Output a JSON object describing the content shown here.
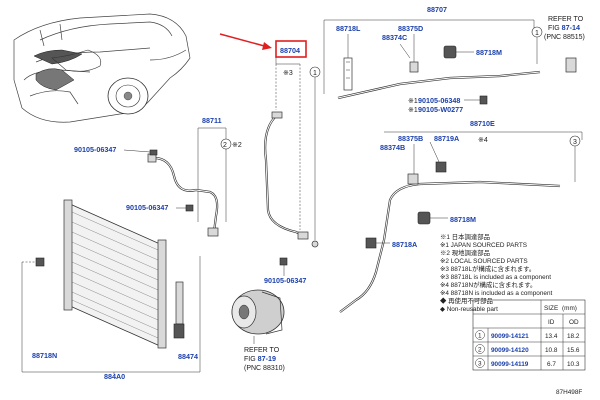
{
  "labels": {
    "hose_88704": "88704",
    "pipe_88707": "88707",
    "bracket_88718l": "88718L",
    "part_88375d": "88375D",
    "part_88374c": "88374C",
    "clamp_88718m_top": "88718M",
    "refer_top_1": "REFER TO",
    "refer_top_fig_prefix": "FIG ",
    "refer_top_fig": "87-14",
    "refer_top_pnc": "(PNC 88515)",
    "bolt_90105_06348": "90105-06348",
    "bolt_90105_w0277": "90105-W0277",
    "mark_1a": "※1",
    "mark_1b": "※1",
    "pipe_88710e": "88710E",
    "part_88375b": "88375B",
    "part_88374b": "88374B",
    "part_88719a": "88719A",
    "mark_4": "※4",
    "clamp_88718m_mid": "88718M",
    "part_88718a": "88718A",
    "hose_88711": "88711",
    "bolt_90105_06347_a": "90105-06347",
    "bolt_90105_06347_b": "90105-06347",
    "bolt_90105_06347_c": "90105-06347",
    "mark_3": "※3",
    "condenser_884a0": "884A0",
    "bracket_88718n": "88718N",
    "dryer_88474": "88474",
    "refer_bottom_1": "REFER TO",
    "refer_bottom_fig_prefix": "FIG ",
    "refer_bottom_fig": "87-19",
    "refer_bottom_pnc": "(PNC 88310)",
    "circle_1": "1",
    "circle_2": "2",
    "circle_3": "3",
    "drawing_code": "87H498F"
  },
  "notes": [
    "※1 日本調達部品",
    "※1 JAPAN SOURCED PARTS",
    "※2 現地調達部品",
    "※2 LOCAL SOURCED PARTS",
    "※3 88718Lが構成に含まれます。",
    "※3 88718L is included as a component",
    "※4 88718Nが構成に含まれます。",
    "※4 88718N is included as a component",
    "◆ 再使用不可部品",
    "◆ Non-reusable part"
  ],
  "size_table": {
    "title": "SIZE",
    "unit": "(mm)",
    "col_id": "ID",
    "col_od": "OD",
    "rows": [
      {
        "no": "1",
        "part": "90099-14121",
        "id": "13.4",
        "od": "18.2"
      },
      {
        "no": "2",
        "part": "90099-14120",
        "id": "10.8",
        "od": "15.6"
      },
      {
        "no": "3",
        "part": "90099-14119",
        "id": "6.7",
        "od": "10.3"
      }
    ]
  },
  "colors": {
    "part_number": "#1a3faa",
    "highlight": "#e02020",
    "line": "#333333"
  }
}
